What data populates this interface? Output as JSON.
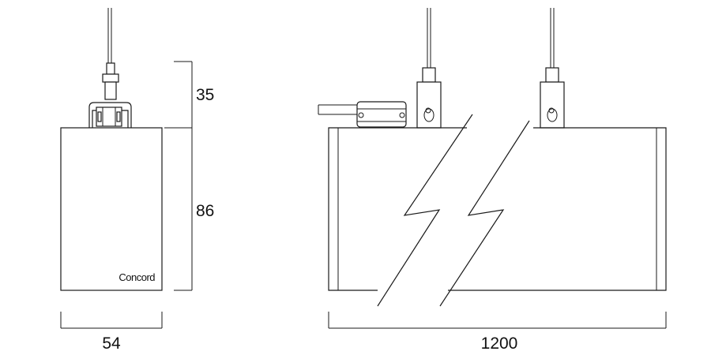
{
  "dimensions": {
    "height_top": "35",
    "height_body": "86",
    "width_side": "54",
    "length_front": "1200"
  },
  "brand_label": "Concord",
  "colors": {
    "line": "#1a1a1a",
    "background": "#ffffff"
  }
}
